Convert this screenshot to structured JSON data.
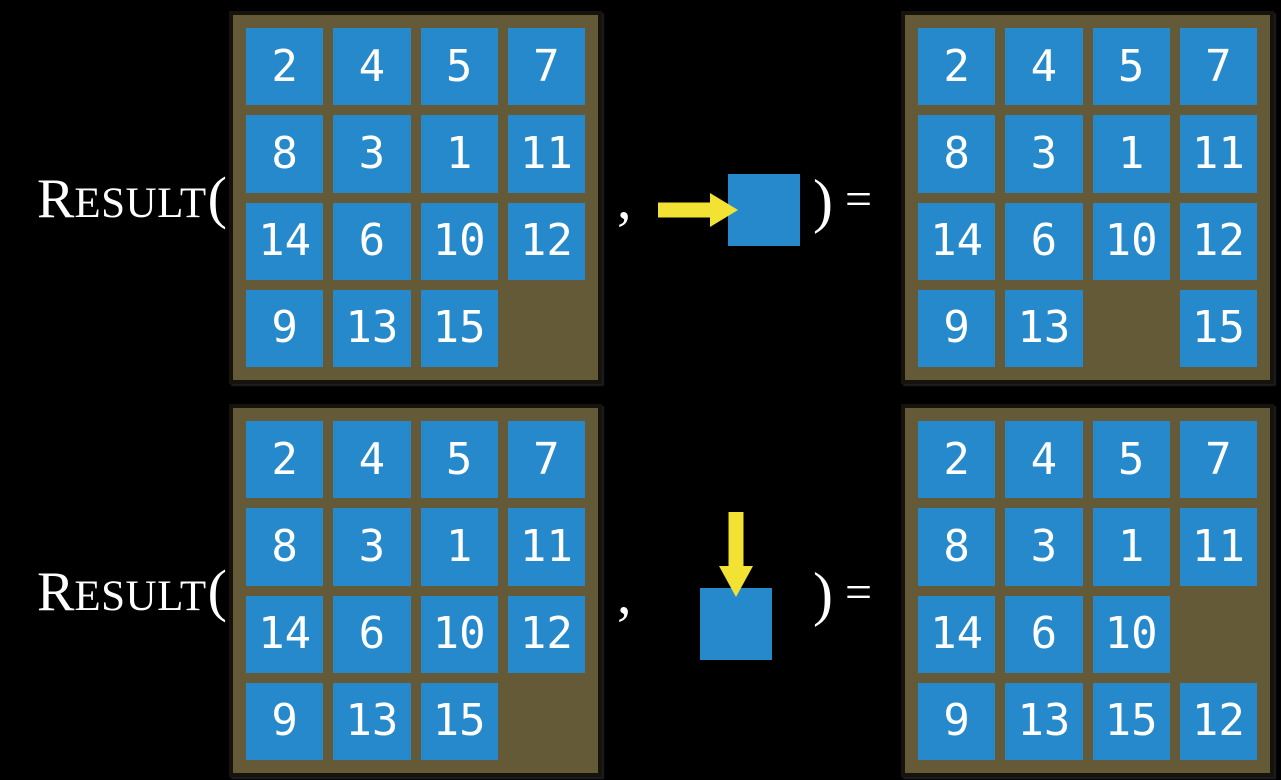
{
  "figure": "fifteen-puzzle-result-function",
  "colors": {
    "background": "#000000",
    "tile": "#2589cb",
    "board": "#655a37",
    "board_border": "#16120c",
    "arrow": "#f2e233",
    "text": "#ffffff"
  },
  "examples": [
    {
      "label": {
        "initial": "R",
        "rest": "ESULT",
        "open_paren": "("
      },
      "comma": ",",
      "close_paren": ")",
      "equals": "=",
      "move": {
        "direction": "right"
      },
      "start_grid": [
        [
          "2",
          "4",
          "5",
          "7"
        ],
        [
          "8",
          "3",
          "1",
          "11"
        ],
        [
          "14",
          "6",
          "10",
          "12"
        ],
        [
          "9",
          "13",
          "15",
          ""
        ]
      ],
      "result_grid": [
        [
          "2",
          "4",
          "5",
          "7"
        ],
        [
          "8",
          "3",
          "1",
          "11"
        ],
        [
          "14",
          "6",
          "10",
          "12"
        ],
        [
          "9",
          "13",
          "",
          "15"
        ]
      ]
    },
    {
      "label": {
        "initial": "R",
        "rest": "ESULT",
        "open_paren": "("
      },
      "comma": ",",
      "close_paren": ")",
      "equals": "=",
      "move": {
        "direction": "down"
      },
      "start_grid": [
        [
          "2",
          "4",
          "5",
          "7"
        ],
        [
          "8",
          "3",
          "1",
          "11"
        ],
        [
          "14",
          "6",
          "10",
          "12"
        ],
        [
          "9",
          "13",
          "15",
          ""
        ]
      ],
      "result_grid": [
        [
          "2",
          "4",
          "5",
          "7"
        ],
        [
          "8",
          "3",
          "1",
          "11"
        ],
        [
          "14",
          "6",
          "10",
          ""
        ],
        [
          "9",
          "13",
          "15",
          "12"
        ]
      ]
    }
  ]
}
